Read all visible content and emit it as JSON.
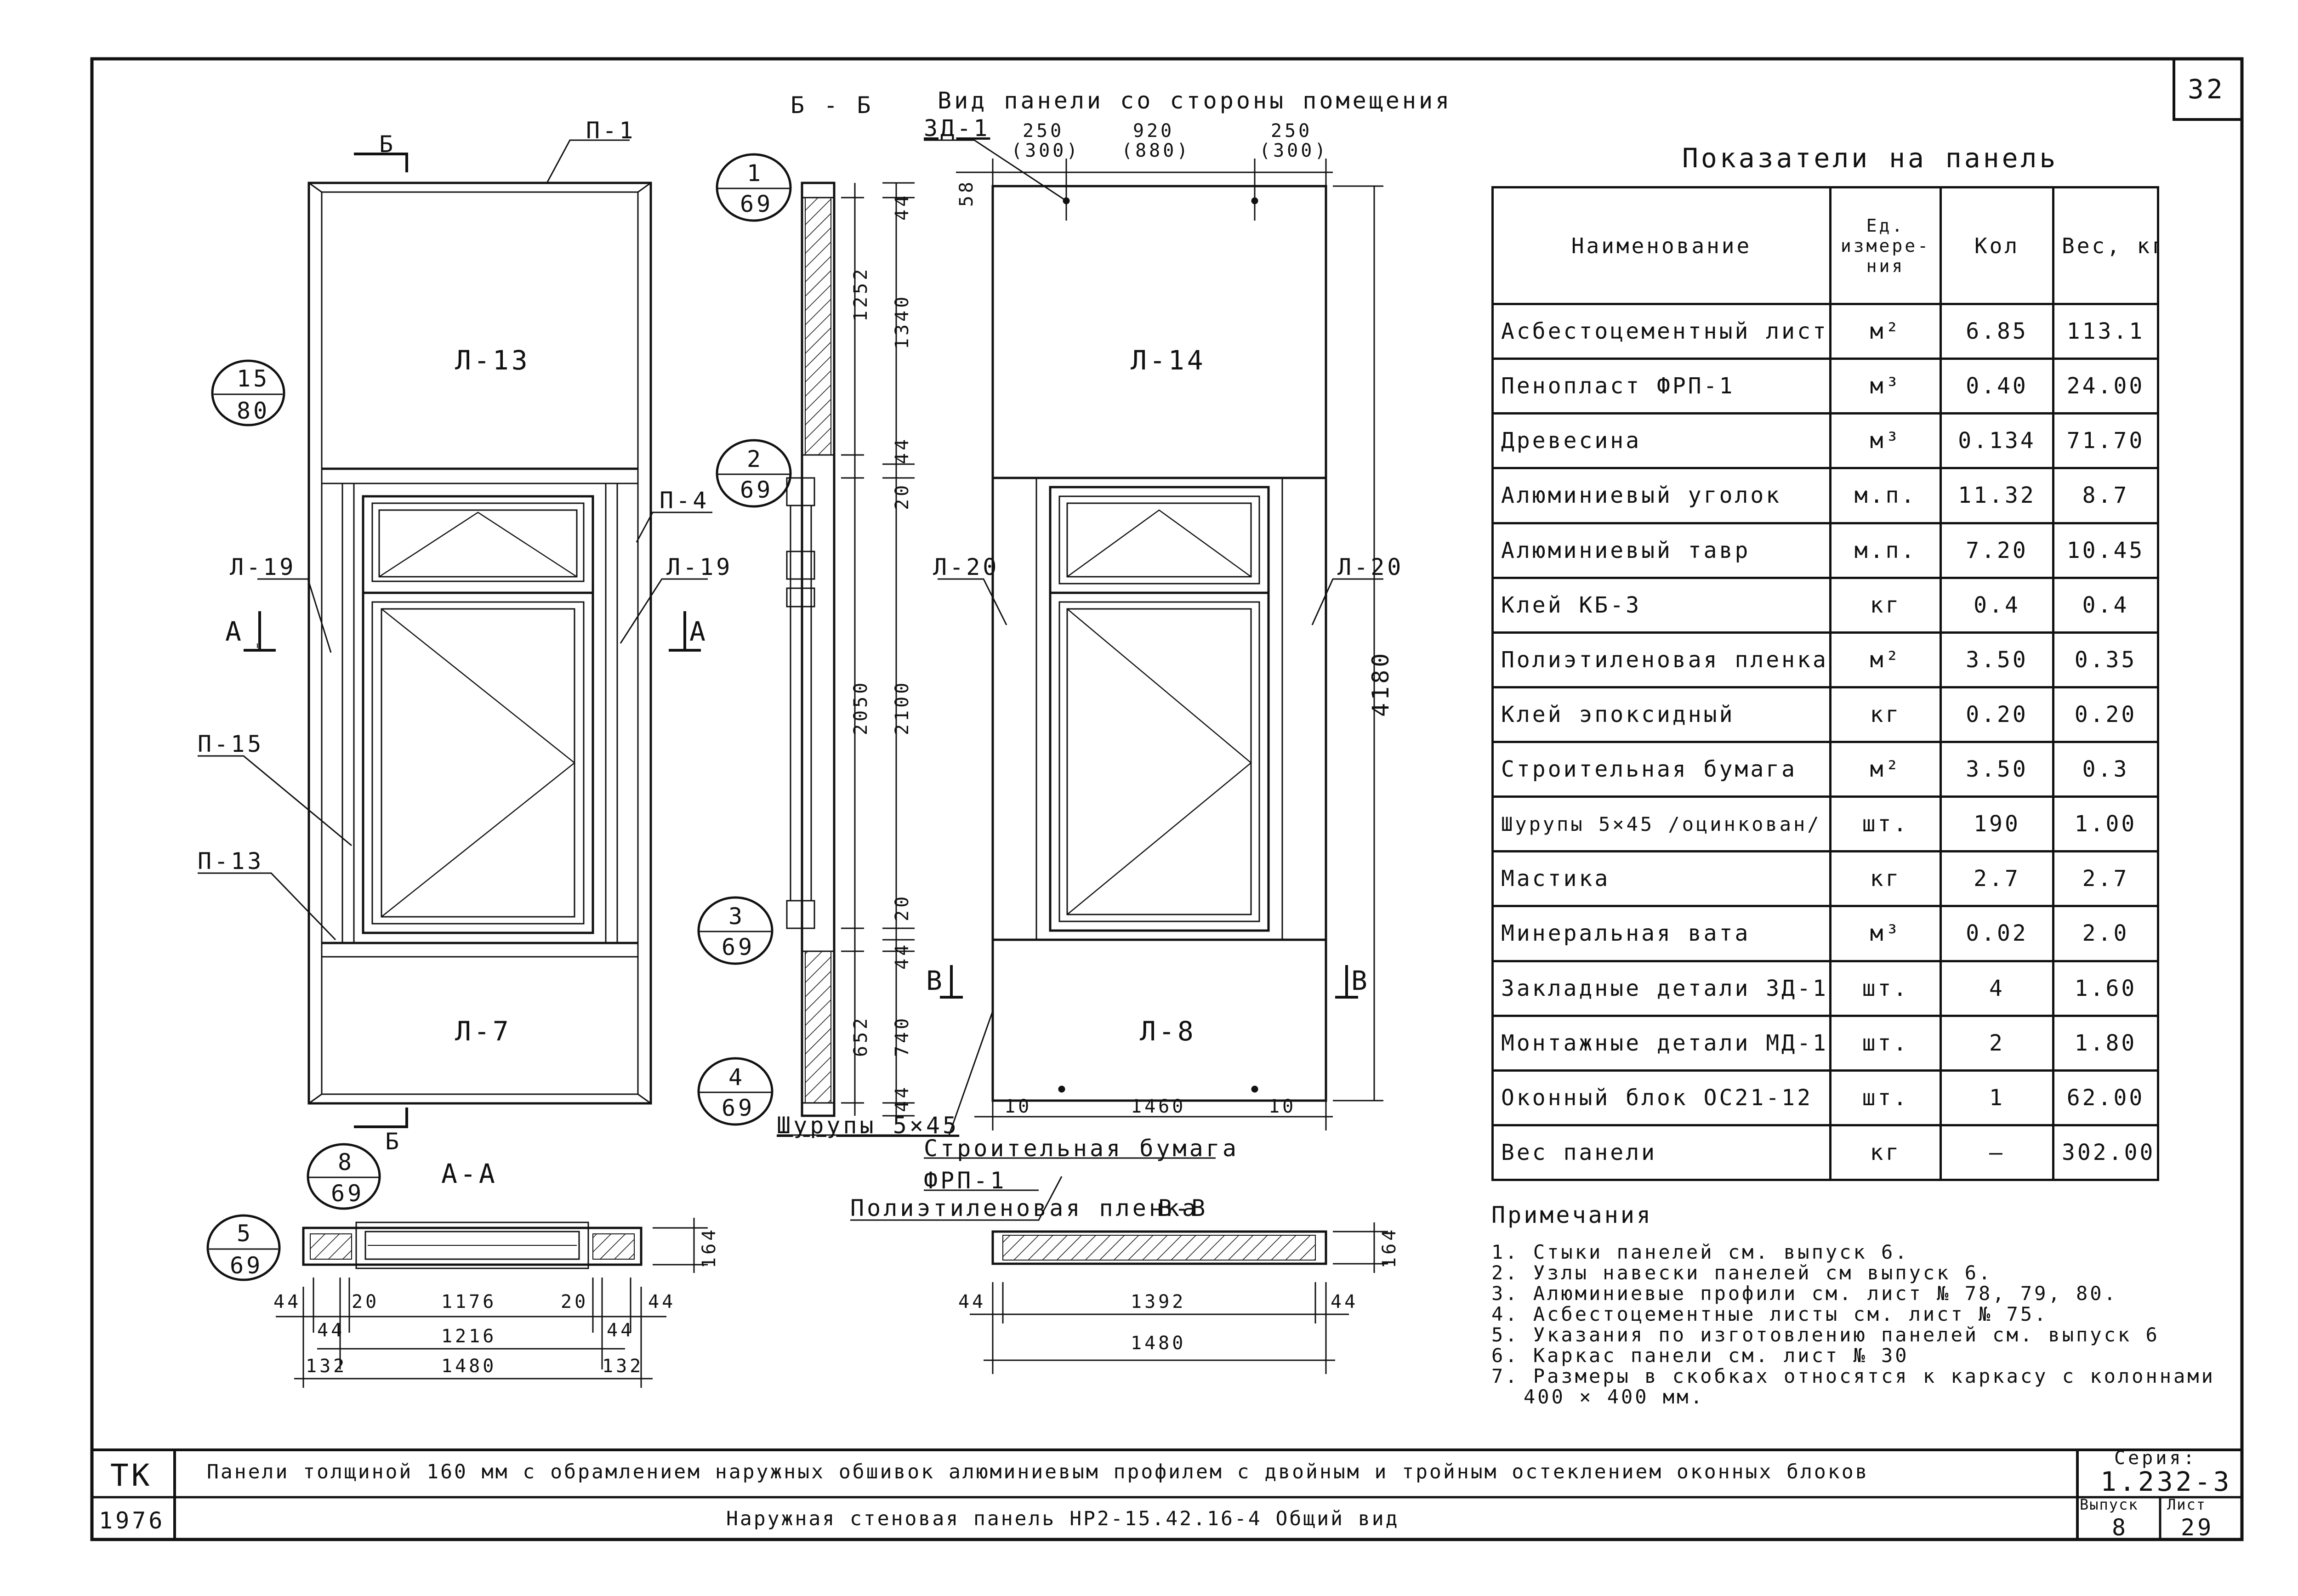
{
  "sheet_number": "32",
  "views": {
    "section_bb": "Б - Б",
    "room_side_title": "Вид панели со стороны помещения",
    "section_aa": "А-А",
    "section_vv": "В-В"
  },
  "front_panel": {
    "cut_marks": {
      "b_top": "Б",
      "b_bottom": "Б",
      "a_left": "А",
      "a_right": "А"
    },
    "leaders": {
      "p1": "П-1",
      "p4": "П-4",
      "l19_left": "Л-19",
      "l19_right": "Л-19",
      "p15": "П-15",
      "p13": "П-13"
    },
    "sheets": {
      "l13": "Л-13",
      "l7": "Л-7"
    },
    "node_refs": [
      {
        "top": "15",
        "bottom": "80"
      },
      {
        "top": "8",
        "bottom": "69"
      },
      {
        "top": "5",
        "bottom": "69"
      }
    ]
  },
  "section_panel": {
    "node_refs": [
      {
        "top": "1",
        "bottom": "69"
      },
      {
        "top": "2",
        "bottom": "69"
      },
      {
        "top": "3",
        "bottom": "69"
      },
      {
        "top": "4",
        "bottom": "69"
      }
    ],
    "dims_inner": [
      "1252",
      "2050",
      "652"
    ],
    "dims_outer": [
      "44",
      "1340",
      "44",
      "20",
      "2100",
      "20",
      "44",
      "740",
      "44"
    ],
    "screws": "Шурупы 5×45"
  },
  "room_panel": {
    "zd": "ЗД-1",
    "top_dims": [
      {
        "value": "250",
        "bracket": "(300)"
      },
      {
        "value": "920",
        "bracket": "(880)"
      },
      {
        "value": "250",
        "bracket": "(300)"
      }
    ],
    "dim_58": "58",
    "height": "4180",
    "sheets": {
      "l14": "Л-14",
      "l8": "Л-8",
      "l20_left": "Л-20",
      "l20_right": "Л-20"
    },
    "cut_marks": {
      "v_left": "В",
      "v_right": "В"
    },
    "bottom_dims": [
      "10",
      "1460",
      "10"
    ],
    "layers": [
      "Строительная бумага",
      "ФРП-1",
      "Полиэтиленовая пленка"
    ]
  },
  "section_aa_dims": {
    "row1": [
      "44",
      "20",
      "1176",
      "20",
      "44"
    ],
    "row2": [
      "44",
      "44"
    ],
    "total_inner": "1216",
    "row3": [
      "132",
      "1480",
      "132"
    ],
    "height": "164"
  },
  "section_vv_dims": {
    "row1": [
      "44",
      "1392",
      "44"
    ],
    "total": "1480",
    "height": "164"
  },
  "indicators": {
    "title": "Показатели на панель",
    "headers": [
      "Наименование",
      "Ед. измере-ния",
      "Кол",
      "Вес, кг"
    ],
    "rows": [
      [
        "Асбестоцементный лист",
        "м²",
        "6.85",
        "113.1"
      ],
      [
        "Пенопласт ФРП-1",
        "м³",
        "0.40",
        "24.00"
      ],
      [
        "Древесина",
        "м³",
        "0.134",
        "71.70"
      ],
      [
        "Алюминиевый уголок",
        "м.п.",
        "11.32",
        "8.7"
      ],
      [
        "Алюминиевый тавр",
        "м.п.",
        "7.20",
        "10.45"
      ],
      [
        "Клей КБ-3",
        "кг",
        "0.4",
        "0.4"
      ],
      [
        "Полиэтиленовая пленка",
        "м²",
        "3.50",
        "0.35"
      ],
      [
        "Клей эпоксидный",
        "кг",
        "0.20",
        "0.20"
      ],
      [
        "Строительная бумага",
        "м²",
        "3.50",
        "0.3"
      ],
      [
        "Шурупы 5×45 /оцинкован/",
        "шт.",
        "190",
        "1.00"
      ],
      [
        "Мастика",
        "кг",
        "2.7",
        "2.7"
      ],
      [
        "Минеральная вата",
        "м³",
        "0.02",
        "2.0"
      ],
      [
        "Закладные детали ЗД-1",
        "шт.",
        "4",
        "1.60"
      ],
      [
        "Монтажные детали МД-1",
        "шт.",
        "2",
        "1.80"
      ],
      [
        "Оконный блок ОС21-12",
        "шт.",
        "1",
        "62.00"
      ],
      [
        "Вес панели",
        "кг",
        "—",
        "302.00"
      ]
    ]
  },
  "notes": {
    "title": "Примечания",
    "items": [
      "1. Стыки панелей см. выпуск 6.",
      "2. Узлы навески панелей см выпуск 6.",
      "3. Алюминиевые профили см. лист № 78, 79, 80.",
      "4. Асбестоцементные листы см. лист № 75.",
      "5. Указания по изготовлению панелей см. выпуск 6",
      "6. Каркас панели см. лист № 30",
      "7. Размеры в скобках относятся к каркасу с колоннами",
      "400 × 400 мм."
    ]
  },
  "title_block": {
    "code": "ТК",
    "year": "1976",
    "title": "Панели толщиной 160 мм с обрамлением наружных обшивок алюминиевым профилем с двойным и тройным остеклением оконных блоков",
    "subtitle": "Наружная стеновая панель НР2-15.42.16-4 Общий вид",
    "series_label": "Серия:",
    "series": "1.232-3",
    "issue_label": "Выпуск",
    "issue": "8",
    "sheet_label": "Лист",
    "sheet": "29"
  }
}
